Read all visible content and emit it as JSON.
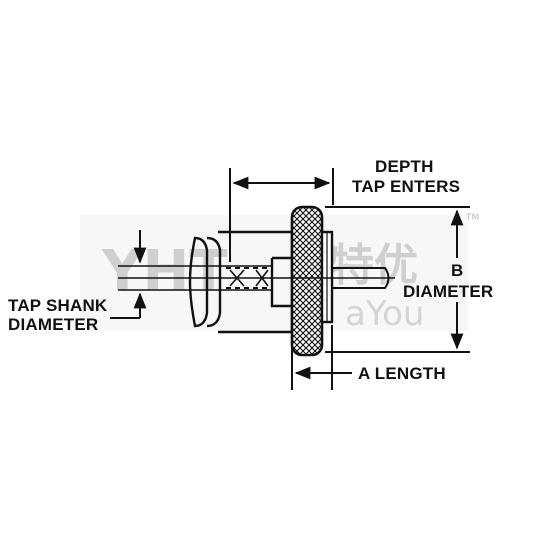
{
  "labels": {
    "depth_line1": "DEPTH",
    "depth_line2": "TAP ENTERS",
    "b_line1": "B",
    "b_line2": "DIAMETER",
    "tap_line1": "TAP SHANK",
    "tap_line2": "DIAMETER",
    "a_length": "A LENGTH"
  },
  "watermark": {
    "logo": "YHT",
    "cn": "特优",
    "latin": "aYou",
    "tm": "TM"
  },
  "colors": {
    "ink": "#111111",
    "watermark": "#bdbdbd"
  }
}
